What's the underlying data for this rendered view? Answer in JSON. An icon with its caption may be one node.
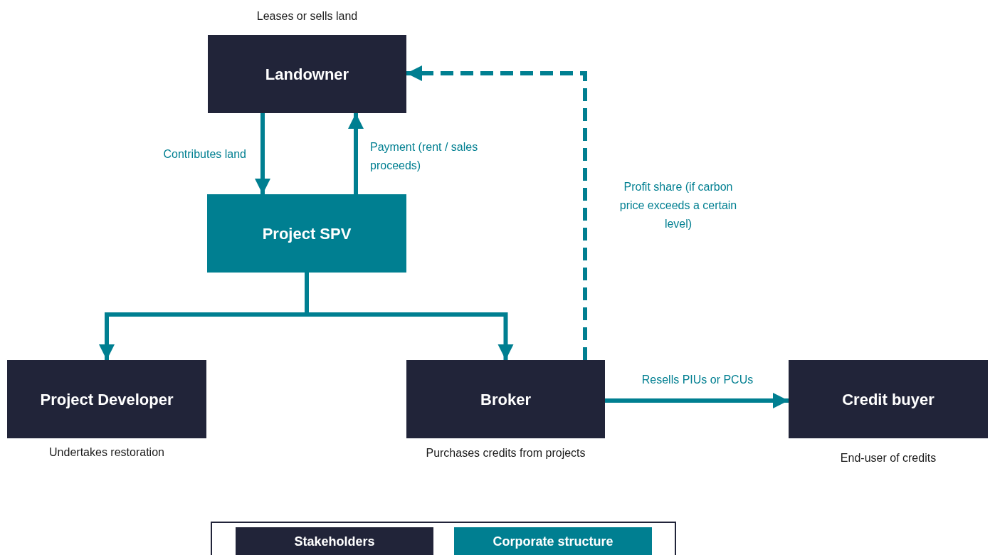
{
  "diagram": {
    "nodes": [
      {
        "text": [
          "Landowner"
        ],
        "beside": [
          "Leases or sells land"
        ]
      },
      {
        "text": [
          "Project SPV"
        ]
      },
      {
        "text": [
          "Project Developer"
        ],
        "beside": [
          "Undertakes restoration"
        ]
      },
      {
        "text": [
          "Broker"
        ],
        "beside": [
          "Purchases credits from projects"
        ]
      },
      {
        "text": [
          "Credit buyer"
        ],
        "beside": [
          "End-user of credits"
        ]
      }
    ],
    "edges": [
      {
        "from": 0,
        "to": 1,
        "arrow": "to",
        "label": "Contributes land"
      },
      {
        "from": 1,
        "to": 0,
        "arrow": "to",
        "label": "Payment (rent / sales proceeds)"
      },
      {
        "from": 1,
        "to": 2,
        "arrow": "to"
      },
      {
        "from": 1,
        "to": 3,
        "arrow": "to"
      },
      {
        "from": 3,
        "to": 0,
        "arrow": "to",
        "style": "dashed",
        "label": "Profit share (if carbon price exceeds a certain level)"
      },
      {
        "from": 3,
        "to": 4,
        "arrow": "to",
        "label": "Resells PIUs or PCUs"
      }
    ],
    "legend": [
      {
        "text": "Stakeholders",
        "color": "#212439"
      },
      {
        "text": "Corporate structure",
        "color": "#007f91"
      }
    ]
  }
}
